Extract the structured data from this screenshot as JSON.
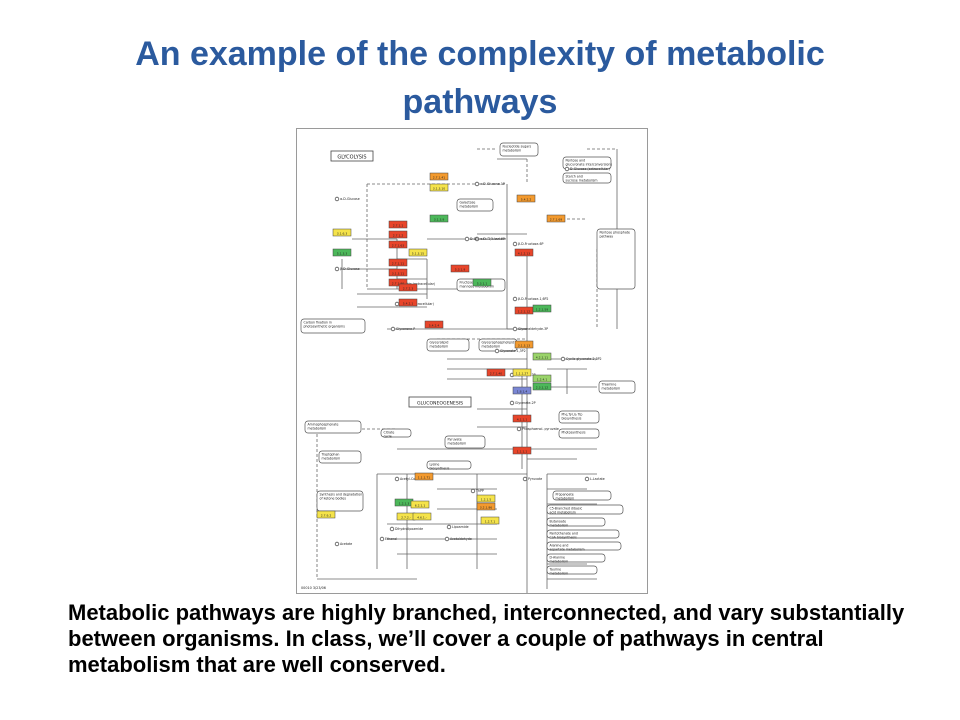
{
  "slide": {
    "title": "An example of the complexity of metabolic pathways",
    "caption": "Metabolic pathways are highly branched, interconnected, and vary substantially between organisms.  In class, we’ll cover a couple of pathways in central metabolism that are well conserved."
  },
  "map": {
    "header_glycolysis": "GLYCOLYSIS",
    "header_gluconeogenesis": "GLUCONEOGENESIS",
    "footer_code": "00010  3/23/06",
    "colors": {
      "red": "#e8452a",
      "orange": "#f39a2e",
      "yellow": "#f5e34a",
      "green": "#4cb85a",
      "lightgreen": "#9ad46a",
      "blue": "#7a86d4",
      "node": "#555555"
    },
    "pathway_boxes": [
      "Nucleotide sugars metabolism",
      "Pentose and glucuronate interconversions",
      "Starch and sucrose metabolism",
      "Galactose metabolism",
      "Pentose phosphate pathway",
      "Fructose and mannose metabolism",
      "Carbon fixation in photosynthetic organisms",
      "Glycerolipid metabolism",
      "Glycerophospholipid metabolism",
      "Thiamine metabolism",
      "Phe,Tyr,& Trp biosynthesis",
      "Photosynthesis",
      "Aminophosphonate metabolism",
      "Citrate cycle",
      "Pyruvate metabolism",
      "Tryptophan metabolism",
      "Lysine biosynthesis",
      "Synthesis and degradation of ketone bodies",
      "Propanoate metabolism",
      "C5-Branched dibasic acid metabolism",
      "Butanoate metabolism",
      "Pantothenate and CoA biosynthesis",
      "Alanine and aspartate metabolism",
      "D-Alanine metabolism",
      "Taurine metabolism"
    ],
    "compounds": [
      "α-D-Glucose-1P",
      "α-D-Glucose",
      "β-D-Glucose",
      "D-Glucose (extracellular)",
      "α-D-Glucose-6P",
      "β-D-Fructose-6P",
      "β-D-Fructose-1,6P2",
      "Glyceraldehyde-3P",
      "Glycerate-1,3P2",
      "Glycerate-3P",
      "Glycerate-2P",
      "Phosphoenol- pyruvate",
      "Pyruvate",
      "Acetyl-CoA",
      "Acetaldehyde",
      "Ethanol",
      "Acetate",
      "L-Lactate",
      "Lipoamide",
      "Dihydrolipoamide",
      "Arbutin (extracellular)",
      "Salicin (extracellular)",
      "Glycerone-P",
      "Cyclic glycerate-2,3P2",
      "ThPP",
      "D-Glucono-1,5-lactone"
    ],
    "enzymes": [
      "2.7.1.41",
      "3.1.3.10",
      "5.4.2.2",
      "3.1.3.9",
      "2.7.1.69",
      "3.1.6.3",
      "2.7.1.1",
      "2.7.1.2",
      "2.7.1.63",
      "5.1.3.3",
      "5.1.3.15",
      "5.3.1.9",
      "2.7.1.11",
      "3.1.3.11",
      "2.7.1.90",
      "4.1.2.13",
      "5.3.1.1",
      "1.2.1.12",
      "1.2.1.59",
      "2.7.2.3",
      "5.4.2.1",
      "5.4.2.4",
      "3.1.3.13",
      "4.2.1.11",
      "2.7.1.40",
      "1.1.1.27",
      "1.2.4.1",
      "2.3.1.12",
      "1.8.1.4",
      "4.1.1.1",
      "1.1.1.1",
      "1.1.1.71",
      "1.2.1.3",
      "6.2.1.1",
      "1.2.1.5",
      "3.2.1.86",
      "2.7.2.-",
      "4.6.1.-",
      "1.2.7.1",
      "2.7.9.2"
    ]
  }
}
